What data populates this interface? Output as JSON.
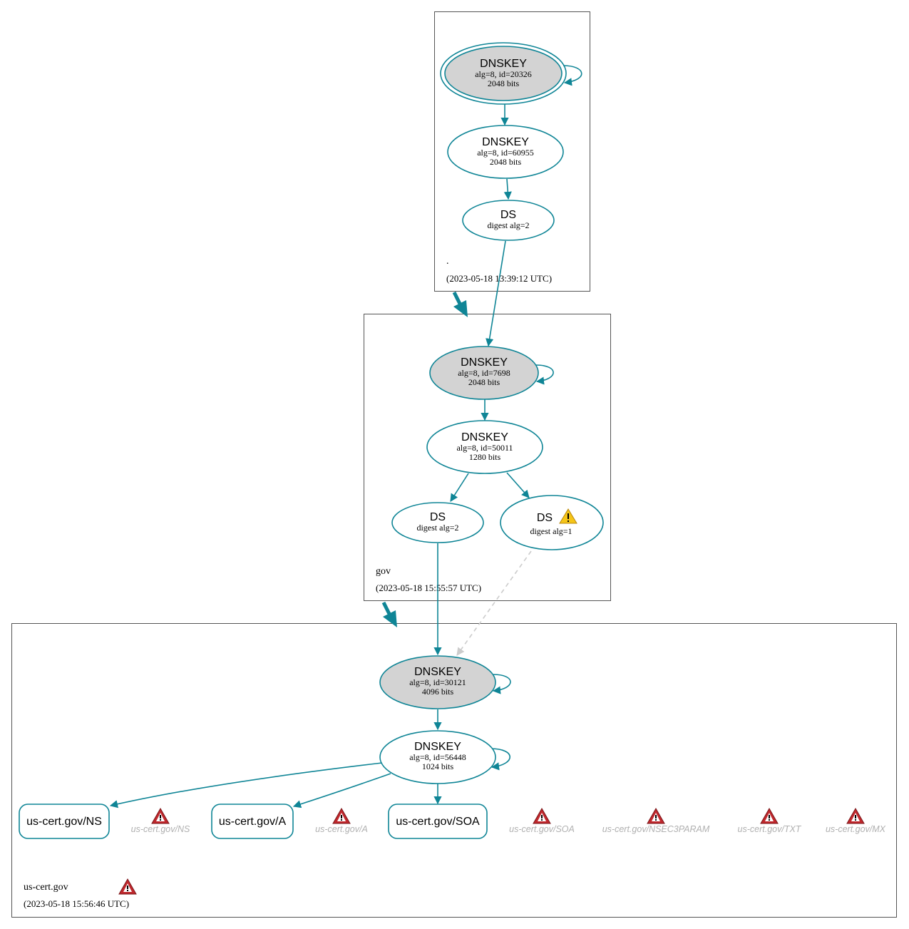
{
  "colors": {
    "edge": "#0f8596",
    "keyFill": "#d3d3d3",
    "zoneBorder": "#555555",
    "dashed": "#cccccc",
    "errorRed": "#c0282d",
    "warnYellow": "#f5c518"
  },
  "zones": {
    "root": {
      "label": ".",
      "time": "(2023-05-18 13:39:12 UTC)"
    },
    "gov": {
      "label": "gov",
      "time": "(2023-05-18 15:55:57 UTC)"
    },
    "uscert": {
      "label": "us-cert.gov",
      "time": "(2023-05-18 15:56:46 UTC)"
    }
  },
  "nodes": {
    "root_ksk": {
      "title": "DNSKEY",
      "line1": "alg=8, id=20326",
      "line2": "2048 bits"
    },
    "root_zsk": {
      "title": "DNSKEY",
      "line1": "alg=8, id=60955",
      "line2": "2048 bits"
    },
    "root_ds": {
      "title": "DS",
      "line1": "digest alg=2"
    },
    "gov_ksk": {
      "title": "DNSKEY",
      "line1": "alg=8, id=7698",
      "line2": "2048 bits"
    },
    "gov_zsk": {
      "title": "DNSKEY",
      "line1": "alg=8, id=50011",
      "line2": "1280 bits"
    },
    "gov_ds2": {
      "title": "DS",
      "line1": "digest alg=2"
    },
    "gov_ds1": {
      "title": "DS",
      "line1": "digest alg=1"
    },
    "us_ksk": {
      "title": "DNSKEY",
      "line1": "alg=8, id=30121",
      "line2": "4096 bits"
    },
    "us_zsk": {
      "title": "DNSKEY",
      "line1": "alg=8, id=56448",
      "line2": "1024 bits"
    }
  },
  "rrsets": {
    "ns": "us-cert.gov/NS",
    "a": "us-cert.gov/A",
    "soa": "us-cert.gov/SOA"
  },
  "errors": {
    "ns": "us-cert.gov/NS",
    "a": "us-cert.gov/A",
    "soa": "us-cert.gov/SOA",
    "nsec3param": "us-cert.gov/NSEC3PARAM",
    "txt": "us-cert.gov/TXT",
    "mx": "us-cert.gov/MX"
  },
  "icons": {
    "warning": "warning-triangle-icon",
    "error": "error-triangle-icon"
  }
}
